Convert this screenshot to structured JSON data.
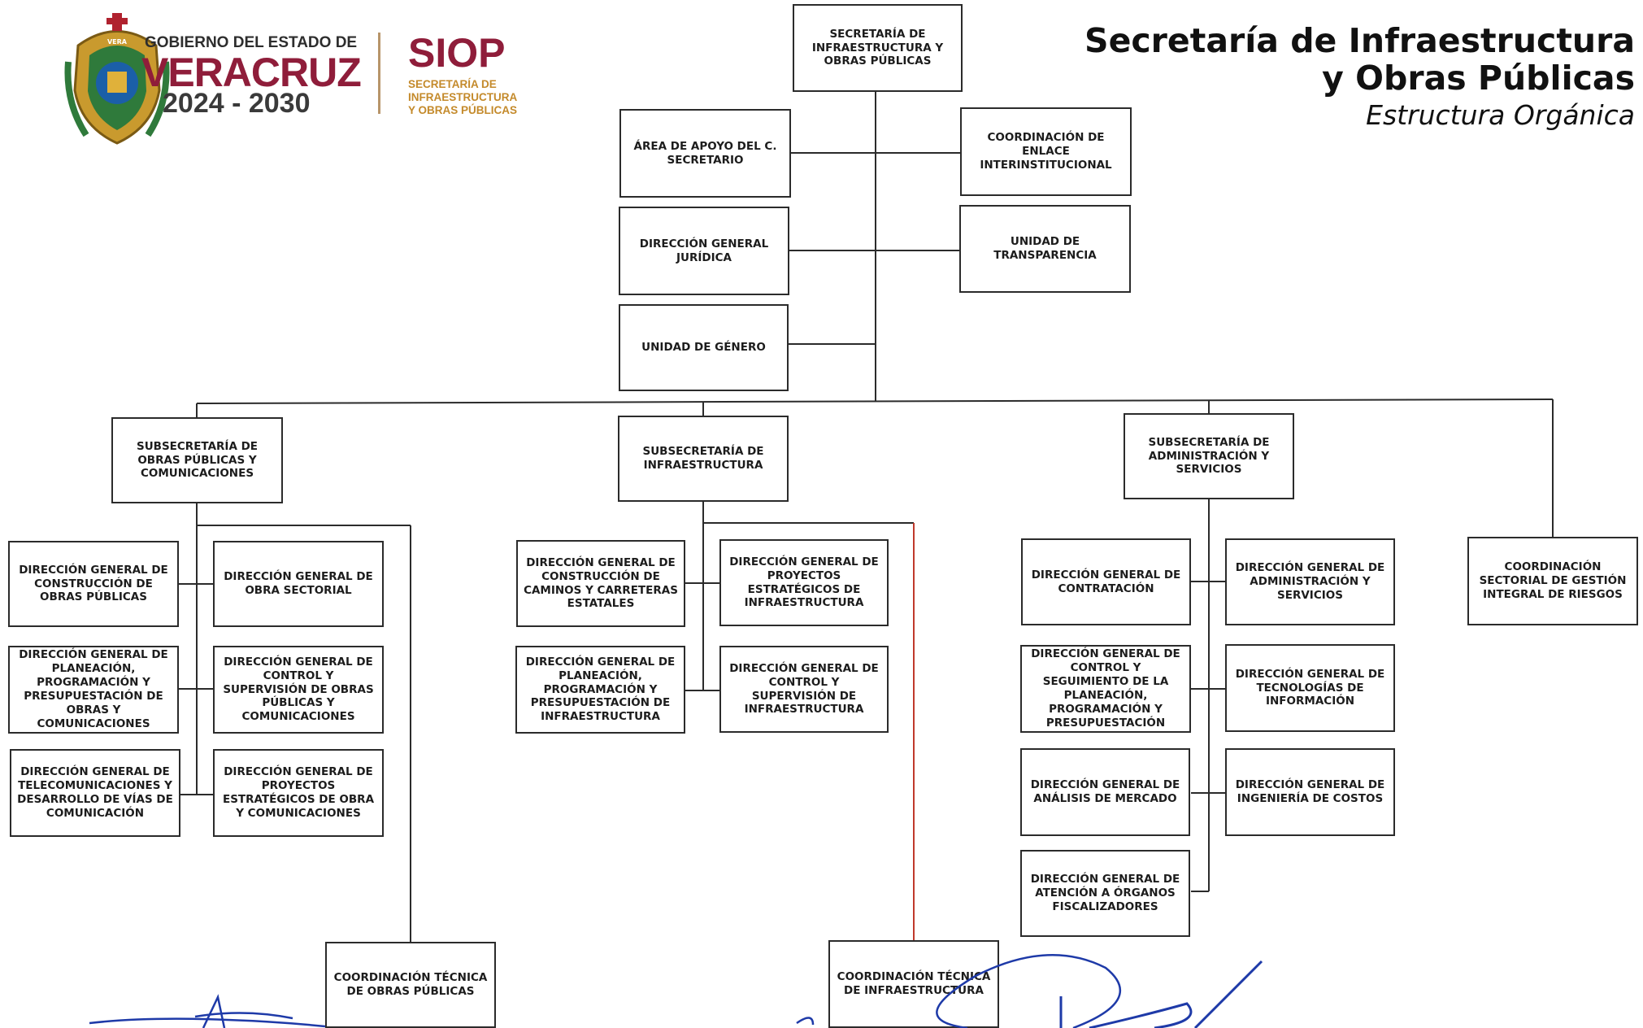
{
  "header": {
    "gov_line1": "GOBIERNO DEL ESTADO DE",
    "gov_line2": "VERACRUZ",
    "gov_line3": "2024 - 2030",
    "siop_acronym": "SIOP",
    "siop_name": "SECRETARÍA DE\nINFRAESTRUCTURA\nY OBRAS PÚBLICAS",
    "title_line1": "Secretaría de Infraestructura",
    "title_line2": "y Obras Públicas",
    "subtitle": "Estructura Orgánica",
    "crest_text": "VERA"
  },
  "colors": {
    "brand_wine": "#8f1d3a",
    "brand_gold": "#c48a2b",
    "line": "#2b2b2b",
    "red_line": "#c0392b",
    "signature_blue": "#1e3aa8"
  },
  "org": {
    "secretaria": "Secretaría de Infraestructura y Obras Públicas",
    "apoyo": "Área de Apoyo del C. Secretario",
    "enlace": "Coordinación de Enlace Interinstitucional",
    "juridica": "Dirección General Jurídica",
    "transparencia": "Unidad de Transparencia",
    "genero": "Unidad de Género",
    "sub_obras": "Subsecretaría de Obras Públicas y Comunicaciones",
    "sub_infra": "Subsecretaría de Infraestructura",
    "sub_admin": "Subsecretaría de Administración y Servicios",
    "riesgos": "Coordinación Sectorial de Gestión Integral de Riesgos",
    "obras_construccion": "Dirección General de Construcción de Obras Públicas",
    "obras_sectorial": "Dirección General de Obra Sectorial",
    "obras_planeacion": "Dirección General de Planeación, Programación y Presupuestación de Obras y Comunicaciones",
    "obras_control": "Dirección General de Control y Supervisión de Obras Públicas y Comunicaciones",
    "obras_telecom": "Dirección General de Telecomunicaciones y Desarrollo de Vías de Comunicación",
    "obras_proyectos": "Dirección General de Proyectos Estratégicos de Obra y Comunicaciones",
    "coord_obras": "Coordinación Técnica de Obras Públicas",
    "infra_caminos": "Dirección General de Construcción de Caminos y Carreteras Estatales",
    "infra_proyectos": "Dirección General de Proyectos Estratégicos de Infraestructura",
    "infra_planeacion": "Dirección General de Planeación, Programación y Presupuestación de Infraestructura",
    "infra_control": "Dirección General de Control y Supervisión de Infraestructura",
    "coord_infra": "Coordinación Técnica de Infraestructura",
    "admin_contratacion": "Dirección General de Contratación",
    "admin_servicios": "Dirección General de Administración y Servicios",
    "admin_control": "Dirección General de Control y Seguimiento de la Planeación, Programación y Presupuestación",
    "admin_tecnologias": "Dirección General de Tecnologías de Información",
    "admin_mercado": "Dirección General de Análisis de Mercado",
    "admin_costos": "Dirección General de Ingeniería de Costos",
    "admin_fiscalizadores": "Dirección General de Atención a Órganos Fiscalizadores"
  }
}
